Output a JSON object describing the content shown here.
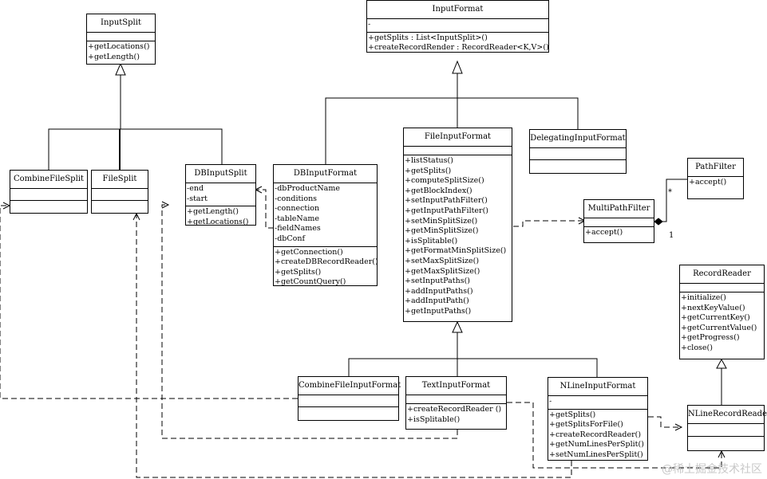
{
  "classes": {
    "input_split": {
      "name": "InputSplit",
      "attributes": [],
      "methods": [
        "+getLocations()",
        "+getLength()"
      ]
    },
    "input_format": {
      "name": "InputFormat",
      "attributes": [
        "-"
      ],
      "methods": [
        "+getSplits : List<InputSplit>()",
        "+createRecordRender : RecordReader<K,V>()"
      ]
    },
    "combine_file_split": {
      "name": "CombineFileSplit",
      "attributes": [],
      "methods": []
    },
    "file_split": {
      "name": "FileSplit",
      "attributes": [],
      "methods": []
    },
    "db_input_split": {
      "name": "DBInputSplit",
      "attributes": [
        "-end",
        "-start"
      ],
      "methods": [
        "+getLength()",
        "+getLocations()"
      ]
    },
    "db_input_format": {
      "name": "DBInputFormat",
      "attributes": [
        "-dbProductName",
        "-conditions",
        "-connection",
        "-tableName",
        "-fieldNames",
        "-dbConf"
      ],
      "methods": [
        "+getConnection()",
        "+createDBRecordReader()",
        "+getSplits()",
        "+getCountQuery()"
      ]
    },
    "file_input_format": {
      "name": "FileInputFormat",
      "attributes": [],
      "methods": [
        "+listStatus()",
        "+getSplits()",
        "+computeSplitSize()",
        "+getBlockIndex()",
        "+setInputPathFilter()",
        "+getInputPathFilter()",
        "+setMinSplitSize()",
        "+getMinSplitSize()",
        "+isSplitable()",
        "+getFormatMinSplitSize()",
        "+setMaxSplitSize()",
        "+getMaxSplitSize()",
        "+setInputPaths()",
        "+addInputPaths()",
        "+addInputPath()",
        "+getInputPaths()"
      ]
    },
    "delegating_input_format": {
      "name": "DelegatingInputFormat",
      "attributes": [],
      "methods": []
    },
    "path_filter": {
      "name": "PathFilter",
      "attributes": [],
      "methods": [
        "+accept()"
      ]
    },
    "multi_path_filter": {
      "name": "MultiPathFilter",
      "attributes": [],
      "methods": [
        "+accept()"
      ]
    },
    "record_reader": {
      "name": "RecordReader",
      "attributes": [],
      "methods": [
        "+initialize()",
        "+nextKeyValue()",
        "+getCurrentKey()",
        "+getCurrentValue()",
        "+getProgress()",
        "+close()"
      ]
    },
    "combine_file_input_format": {
      "name": "CombineFileInputFormat",
      "attributes": [],
      "methods": []
    },
    "text_input_format": {
      "name": "TextInputFormat",
      "attributes": [],
      "methods": [
        "+createRecordReader ()",
        "+isSplitable()"
      ]
    },
    "nline_input_format": {
      "name": "NLineInputFormat",
      "attributes": [
        "-"
      ],
      "methods": [
        "+getSplits()",
        "+getSplitsForFile()",
        "+createRecordReader()",
        "+getNumLinesPerSplit()",
        "+setNumLinesPerSplit()"
      ]
    },
    "nline_record_reader": {
      "name": "NLineRecordReader",
      "attributes": [],
      "methods": []
    }
  },
  "multiplicities": {
    "path_filter_end": "*",
    "multi_path_filter_end": "1"
  },
  "watermark": "@稀土掘金技术社区"
}
